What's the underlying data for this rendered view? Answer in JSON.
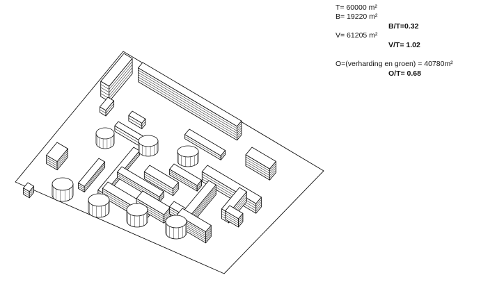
{
  "stats": {
    "t_line": "T= 60000 m²",
    "b_line": "B= 19220 m²",
    "bt_ratio": "B/T=0.32",
    "v_line": "V= 61205 m²",
    "vt_ratio": "V/T= 1.02",
    "o_line": "O=(verharding en groen) = 40780m²",
    "ot_ratio": "O/T= 0.68"
  }
}
